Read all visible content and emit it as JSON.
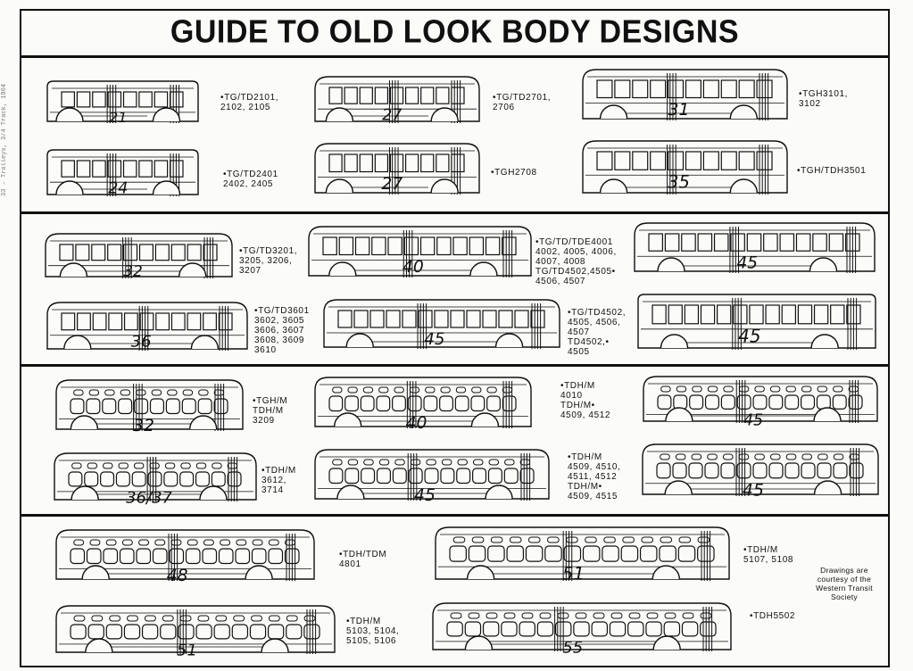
{
  "title": "GUIDE TO OLD LOOK BODY DESIGNS",
  "margin_note": "33 – Trolleys, 3/4 Track, 1964",
  "credit": "Drawings are\ncourtesy of the\nWestern Transit\nSociety",
  "buses": [
    {
      "id": "21",
      "number": "21",
      "windows": 8,
      "style": "flat",
      "label": "•TG/TD2101,\n2102, 2105"
    },
    {
      "id": "27a",
      "number": "27",
      "windows": 9,
      "style": "round",
      "label": "•TG/TD2701,\n2706"
    },
    {
      "id": "31",
      "number": "31",
      "windows": 10,
      "style": "round",
      "label": "•TGH3101,\n3102"
    },
    {
      "id": "24",
      "number": "24",
      "windows": 8,
      "style": "flat",
      "label": "•TG/TD2401\n2402, 2405"
    },
    {
      "id": "27b",
      "number": "27",
      "windows": 9,
      "style": "round",
      "label": "•TGH2708"
    },
    {
      "id": "35",
      "number": "35",
      "windows": 10,
      "style": "round",
      "label": "•TGH/TDH3501"
    },
    {
      "id": "32a",
      "number": "32",
      "windows": 10,
      "style": "round",
      "label": "•TG/TD3201,\n3205, 3206,\n3207"
    },
    {
      "id": "40a",
      "number": "40",
      "windows": 12,
      "style": "round",
      "label": "•TG/TD/TDE4001\n4002, 4005, 4006,\n4007, 4008\nTG/TD4502,4505•\n4506, 4507"
    },
    {
      "id": "45a",
      "number": "45",
      "windows": 13,
      "style": "round",
      "label": ""
    },
    {
      "id": "36",
      "number": "36",
      "windows": 11,
      "style": "round",
      "label": "•TG/TD3601\n3602, 3605\n3606, 3607\n3608, 3609\n3610"
    },
    {
      "id": "45b",
      "number": "45",
      "windows": 13,
      "style": "round",
      "label": "•TG/TD4502,\n4505, 4506,\n4507\nTD4502,•\n4505"
    },
    {
      "id": "45c",
      "number": "45",
      "windows": 13,
      "style": "flat",
      "label": ""
    },
    {
      "id": "32b",
      "number": "32",
      "windows": 10,
      "style": "oval",
      "label": "•TGH/M\nTDH/M\n3209"
    },
    {
      "id": "40b",
      "number": "40",
      "windows": 12,
      "style": "oval",
      "label": "•TDH/M\n4010\nTDH/M•\n4509, 4512"
    },
    {
      "id": "45d",
      "number": "45",
      "windows": 13,
      "style": "oval",
      "label": ""
    },
    {
      "id": "36-37",
      "number": "36/37",
      "windows": 11,
      "style": "oval",
      "label": "•TDH/M\n3612,\n3714"
    },
    {
      "id": "45e",
      "number": "45",
      "windows": 13,
      "style": "oval",
      "label": "•TDH/M\n4509, 4510,\n4511, 4512\nTDH/M•\n4509, 4515"
    },
    {
      "id": "45f",
      "number": "45",
      "windows": 13,
      "style": "oval",
      "label": ""
    },
    {
      "id": "48",
      "number": "48",
      "windows": 14,
      "style": "oval",
      "label": "•TDH/TDM\n4801"
    },
    {
      "id": "51a",
      "number": "51",
      "windows": 14,
      "style": "oval",
      "label": "•TDH/M\n5107, 5108"
    },
    {
      "id": "51b",
      "number": "51",
      "windows": 14,
      "style": "oval",
      "label": "•TDH/M\n5103, 5104,\n5105, 5106"
    },
    {
      "id": "55",
      "number": "55",
      "windows": 15,
      "style": "oval",
      "label": "•TDH5502"
    }
  ]
}
